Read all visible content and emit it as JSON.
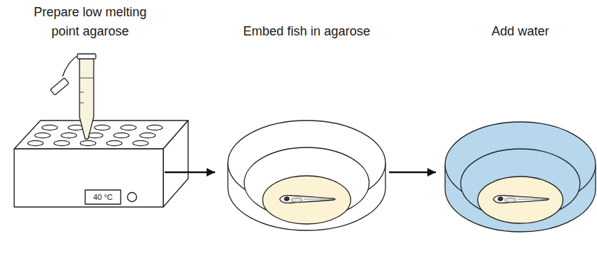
{
  "diagram": {
    "nodes": [
      {
        "text": [
          "Prepare low melting point agarose"
        ]
      },
      {
        "text": [
          "Embed fish in agarose"
        ]
      },
      {
        "text": [
          "Add water"
        ]
      }
    ],
    "edges": [
      {
        "from": 0,
        "to": 1,
        "arrow": "to"
      },
      {
        "from": 1,
        "to": 2,
        "arrow": "to"
      }
    ],
    "labels": [
      "40 °C"
    ]
  }
}
